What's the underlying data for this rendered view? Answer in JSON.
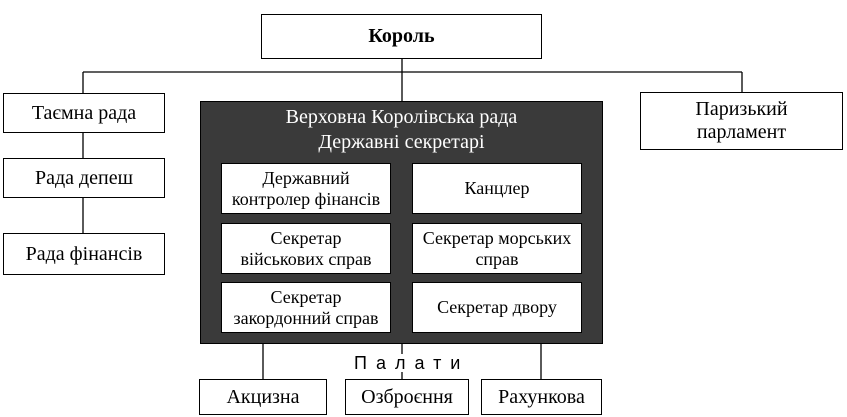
{
  "king": "Король",
  "left_column": [
    "Таємна рада",
    "Рада депеш",
    "Рада фінансів"
  ],
  "right_box": "Паризький\nпарламент",
  "council": {
    "title_line1": "Верховна Королівська рада",
    "title_line2": "Державні секретарі",
    "members": [
      "Державний\nконтролер фінансів",
      "Канцлер",
      "Секретар\nвійськових справ",
      "Секретар морських\nсправ",
      "Секретар\nзакордонний справ",
      "Секретар двору"
    ]
  },
  "chambers": {
    "label": "Палати",
    "items": [
      "Акцизна",
      "Озброєння",
      "Рахункова"
    ]
  },
  "colors": {
    "council_background": "#3a3a3a",
    "line": "#000000"
  }
}
